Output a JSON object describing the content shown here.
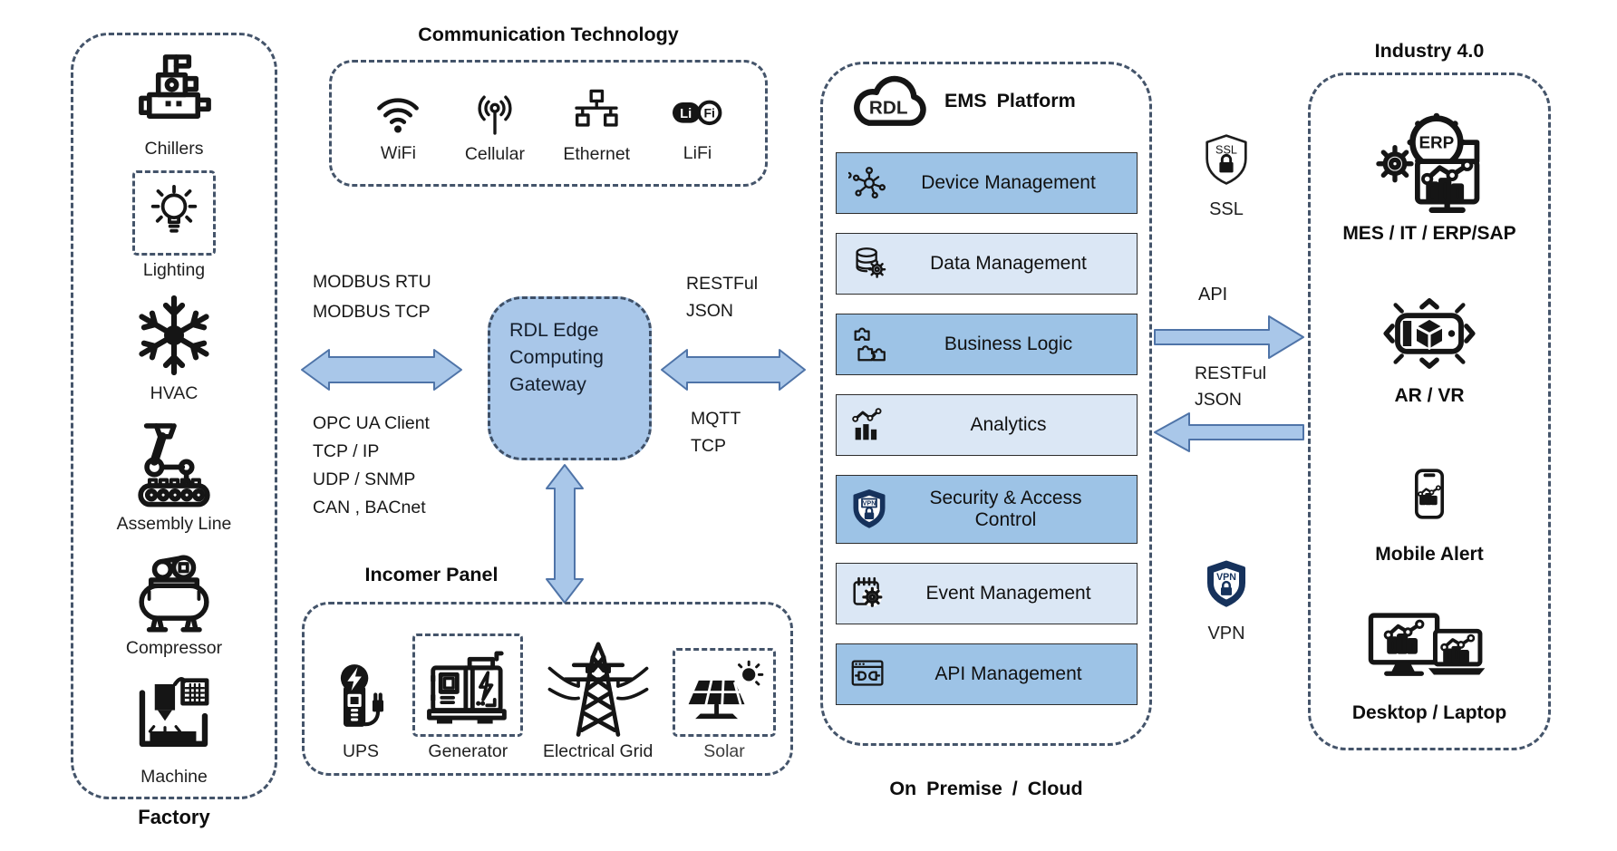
{
  "factory": {
    "label": "Factory",
    "items": [
      {
        "label": "Chillers"
      },
      {
        "label": "Lighting"
      },
      {
        "label": "HVAC"
      },
      {
        "label": "Assembly Line"
      },
      {
        "label": "Compressor"
      },
      {
        "label": "Machine"
      }
    ]
  },
  "communication": {
    "title": "Communication Technology",
    "lifi_logo": [
      "Li",
      "Fi"
    ],
    "items": [
      {
        "label": "WiFi"
      },
      {
        "label": "Cellular"
      },
      {
        "label": "Ethernet"
      },
      {
        "label": "LiFi"
      }
    ]
  },
  "gateway": {
    "label_lines": [
      "RDL Edge",
      "Computing",
      "Gateway"
    ],
    "left_protocols_top": [
      "MODBUS RTU",
      "MODBUS TCP"
    ],
    "left_protocols_bottom": [
      "OPC UA Client",
      "TCP / IP",
      "UDP / SNMP",
      "CAN , BACnet"
    ],
    "right_protocols_top": [
      "RESTFul",
      "JSON"
    ],
    "right_protocols_bottom": [
      "MQTT",
      "TCP"
    ]
  },
  "incomer": {
    "title": "Incomer Panel",
    "items": [
      {
        "label": "UPS"
      },
      {
        "label": "Generator"
      },
      {
        "label": "Electrical Grid"
      },
      {
        "label": "Solar"
      }
    ]
  },
  "ems": {
    "brand": "RDL",
    "title": "EMS Platform",
    "footer": "On Premise / Cloud",
    "modules": [
      {
        "label": "Device Management",
        "tone": "dark"
      },
      {
        "label": "Data Management",
        "tone": "light"
      },
      {
        "label": "Business Logic",
        "tone": "dark"
      },
      {
        "label": "Analytics",
        "tone": "light"
      },
      {
        "label": "Security & Access Control",
        "tone": "dark"
      },
      {
        "label": "Event Management",
        "tone": "light"
      },
      {
        "label": "API Management",
        "tone": "dark"
      }
    ]
  },
  "links": {
    "ssl": "SSL",
    "api": "API",
    "restful": "RESTFul",
    "json": "JSON",
    "vpn": "VPN"
  },
  "industry": {
    "title": "Industry 4.0",
    "erp_badge": "ERP",
    "items": [
      {
        "label": "MES / IT / ERP/SAP"
      },
      {
        "label": "AR / VR"
      },
      {
        "label": "Mobile Alert"
      },
      {
        "label": "Desktop / Laptop"
      }
    ]
  },
  "colors": {
    "arrow_fill": "#a9c7e9",
    "arrow_border": "#4f74a8",
    "module_dark": "#9dc3e6",
    "module_light": "#dbe7f5",
    "gateway_fill": "#a9c7e9",
    "dashed_border": "#44546a",
    "navy": "#16325c"
  }
}
